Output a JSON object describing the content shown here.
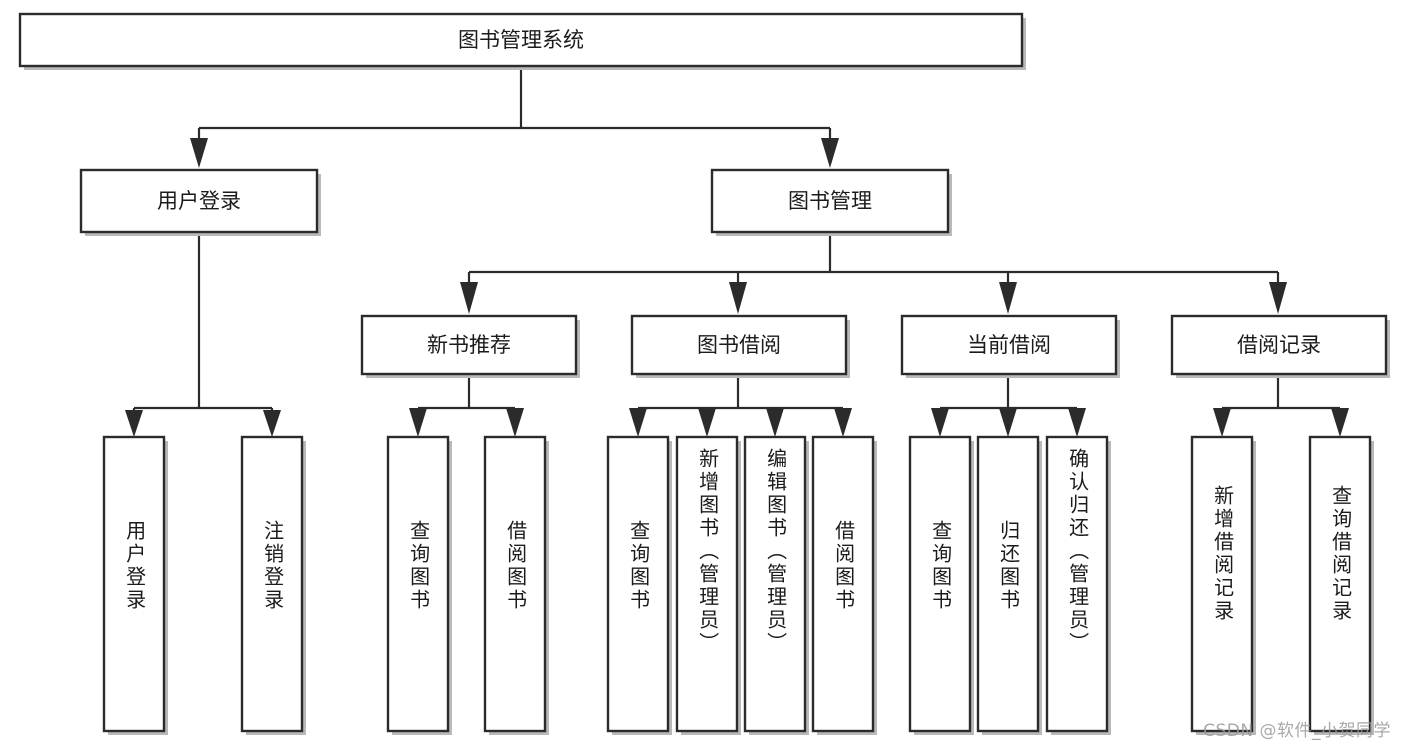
{
  "diagram": {
    "type": "tree-hierarchy",
    "title": "图书管理系统",
    "root": {
      "label": "图书管理系统"
    },
    "level2": [
      {
        "label": "用户登录"
      },
      {
        "label": "图书管理"
      }
    ],
    "level3": [
      {
        "label": "新书推荐"
      },
      {
        "label": "图书借阅"
      },
      {
        "label": "当前借阅"
      },
      {
        "label": "借阅记录"
      }
    ],
    "leaves": {
      "user_login": [
        {
          "label": "用户登录"
        },
        {
          "label": "注销登录"
        }
      ],
      "new_book_recommend": [
        {
          "label": "查询图书"
        },
        {
          "label": "借阅图书"
        }
      ],
      "book_borrow": [
        {
          "label": "查询图书"
        },
        {
          "label": "新增图书（管理员）"
        },
        {
          "label": "编辑图书（管理员）"
        },
        {
          "label": "借阅图书"
        }
      ],
      "current_borrow": [
        {
          "label": "查询图书"
        },
        {
          "label": "归还图书"
        },
        {
          "label": "确认归还（管理员）"
        }
      ],
      "borrow_records": [
        {
          "label": "新增借阅记录"
        },
        {
          "label": "查询借阅记录"
        }
      ]
    }
  },
  "watermark": {
    "text": "CSDN @软件_小贺同学"
  },
  "colors": {
    "box_stroke": "#2b2b2b",
    "box_fill": "#ffffff",
    "shadow": "#b9b9b9",
    "text": "#1b1b1b",
    "watermark": "#9a9a9a",
    "background": "#ffffff"
  }
}
